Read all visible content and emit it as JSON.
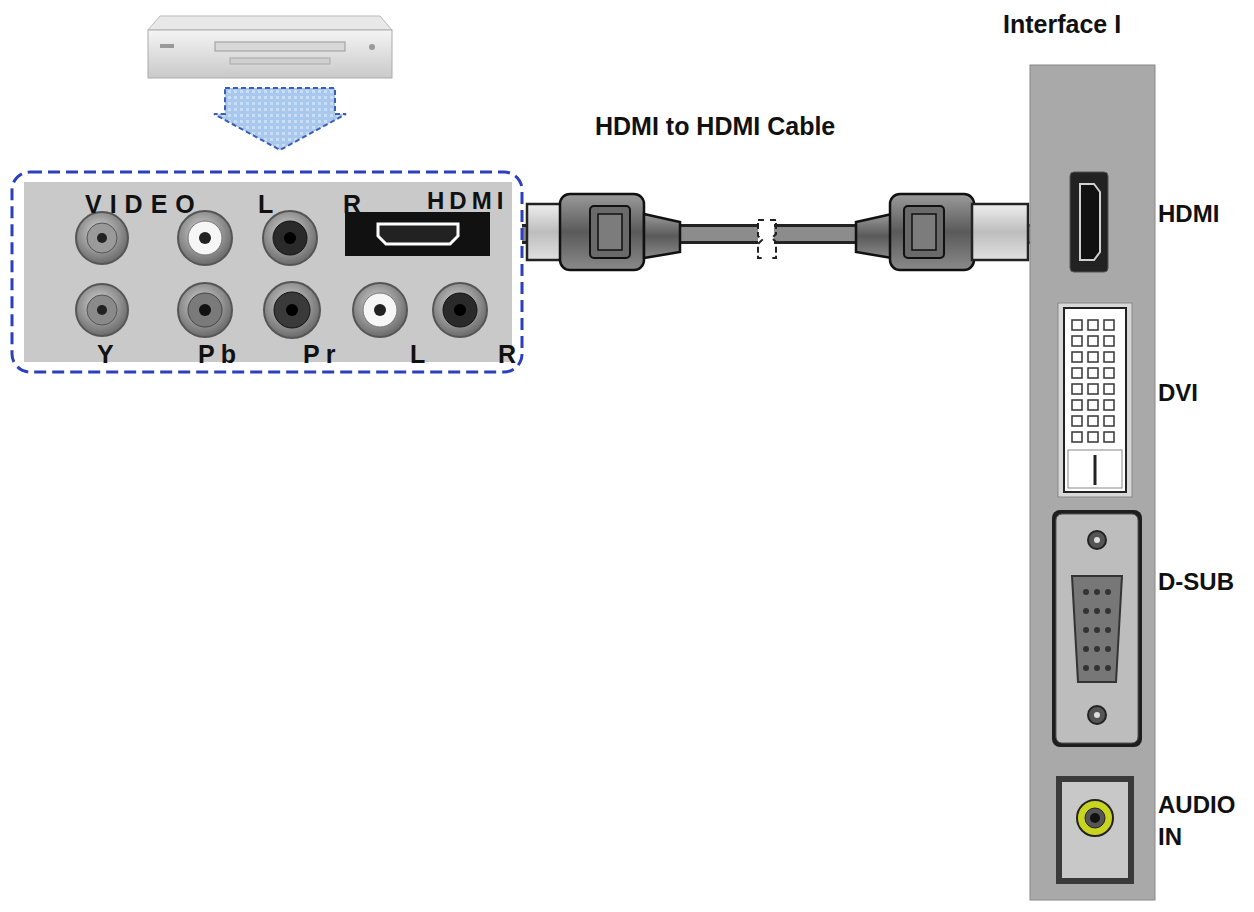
{
  "diagram": {
    "nodes": [
      {
        "text": [
          "HDMI"
        ]
      },
      {
        "text": [
          "Interface I"
        ]
      },
      {
        "text": [
          "HDMI"
        ],
        "in": 1
      },
      {
        "text": [
          "DVI"
        ],
        "in": 1
      },
      {
        "text": [
          "D-SUB"
        ],
        "in": 1
      },
      {
        "text": [
          "AUDIO IN"
        ],
        "in": 1
      }
    ],
    "edges": [
      {
        "from": 0,
        "to": 2,
        "arrow": "none",
        "label": "HDMI to HDMI Cable"
      }
    ],
    "labels": [
      "VIDEO",
      "L",
      "R",
      "Y",
      "Pb",
      "Pr",
      "L",
      "R"
    ]
  }
}
